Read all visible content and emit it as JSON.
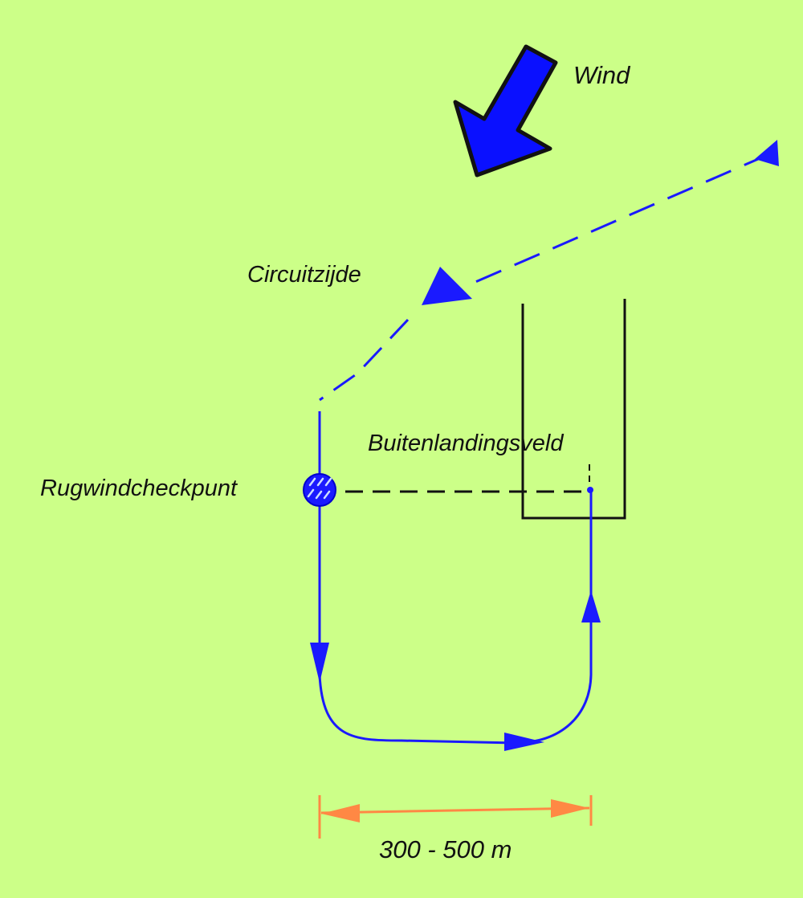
{
  "labels": {
    "wind": "Wind",
    "circuit_side": "Circuitzijde",
    "field": "Buitenlandingsveld",
    "checkpoint": "Rugwindcheckpunt",
    "distance": "300 - 500 m"
  },
  "colors": {
    "background": "#ccff88",
    "flight_path": "#1a1aff",
    "wind_arrow": "#0a10ff",
    "field_outline": "#111111",
    "dimension": "#ff8844"
  }
}
